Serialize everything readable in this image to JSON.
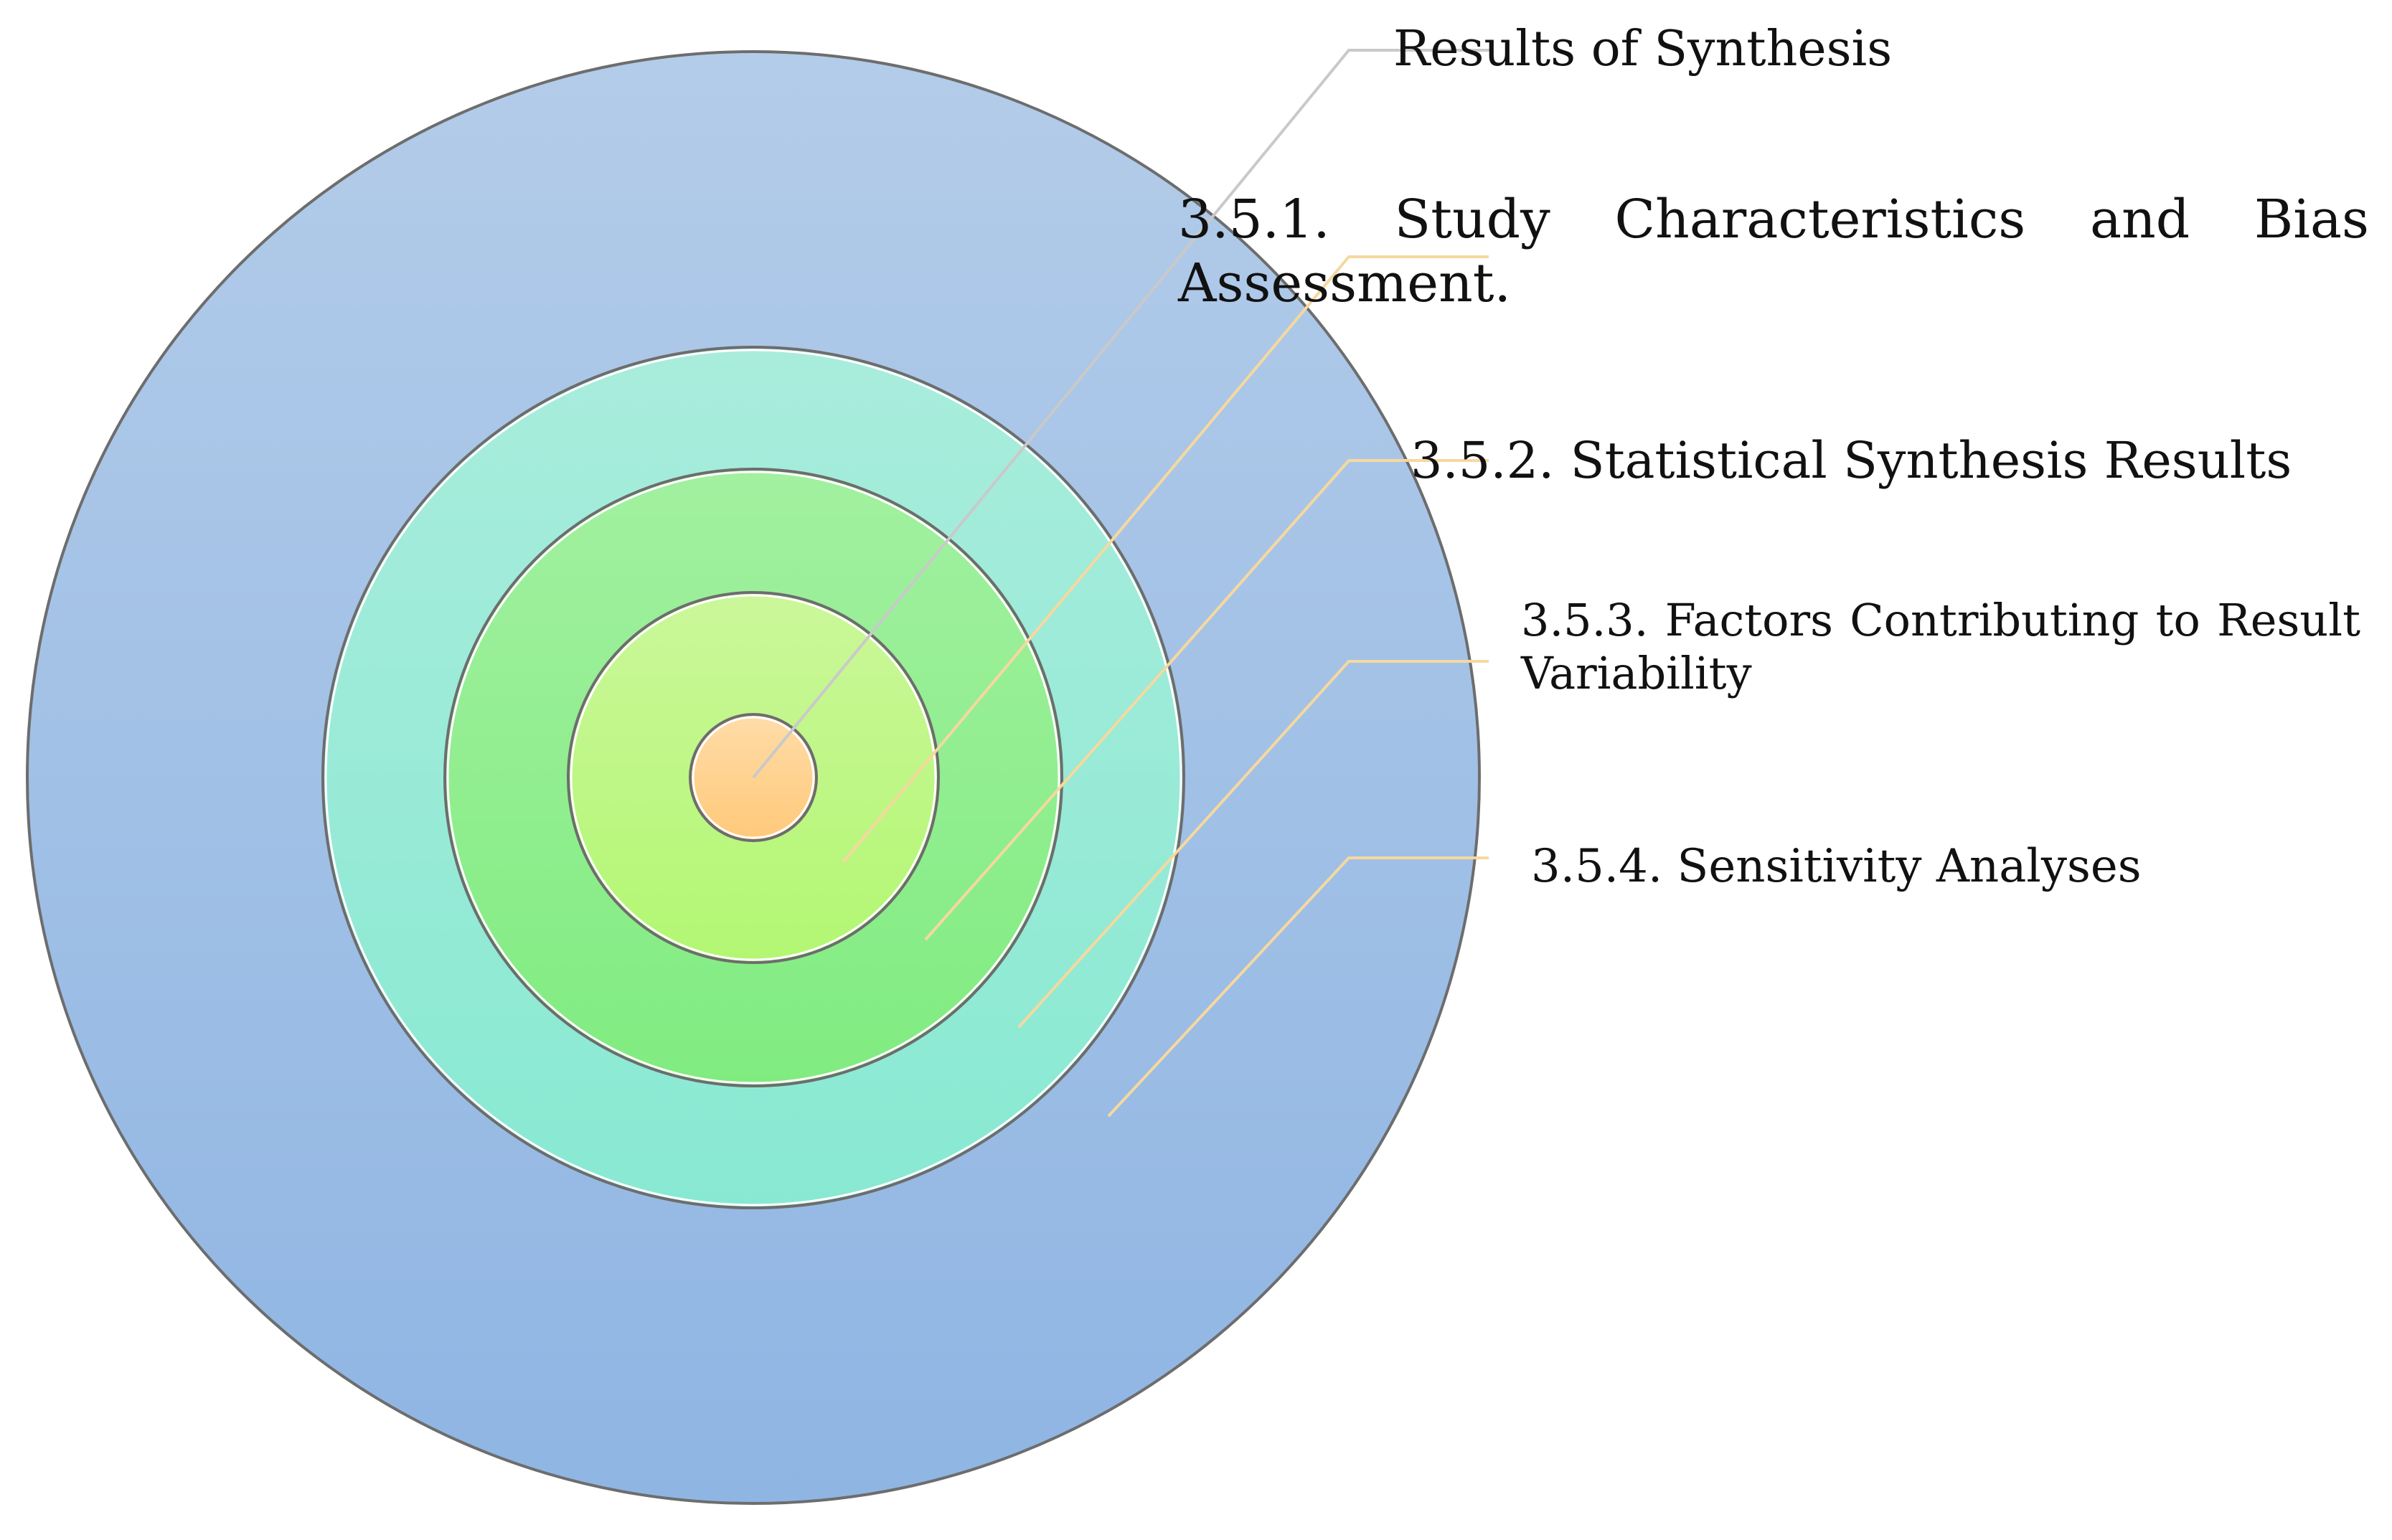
{
  "diagram": {
    "type": "concentric-rings",
    "labels": [
      "Results of Synthesis",
      "3.5.1. Study Characteristics and Bias Assessment.",
      "3.5.2. Statistical Synthesis Results",
      "3.5.3. Factors Contributing to Result Variability",
      "3.5.4. Sensitivity Analyses"
    ],
    "colors": {
      "outer_ring_top": "#b3cce9",
      "outer_ring_bottom": "#8fb5e3",
      "ring_2_top": "#a9ecdc",
      "ring_2_bottom": "#88e9d2",
      "ring_3_top": "#a2f0a0",
      "ring_3_bottom": "#80ec80",
      "ring_4_top": "#cbf79a",
      "ring_4_bottom": "#b2f772",
      "core_top": "#ffdca8",
      "core_bottom": "#ffc97a",
      "leader_line": "#f6d89e",
      "leader_line_core": "#c9c9c9"
    }
  }
}
